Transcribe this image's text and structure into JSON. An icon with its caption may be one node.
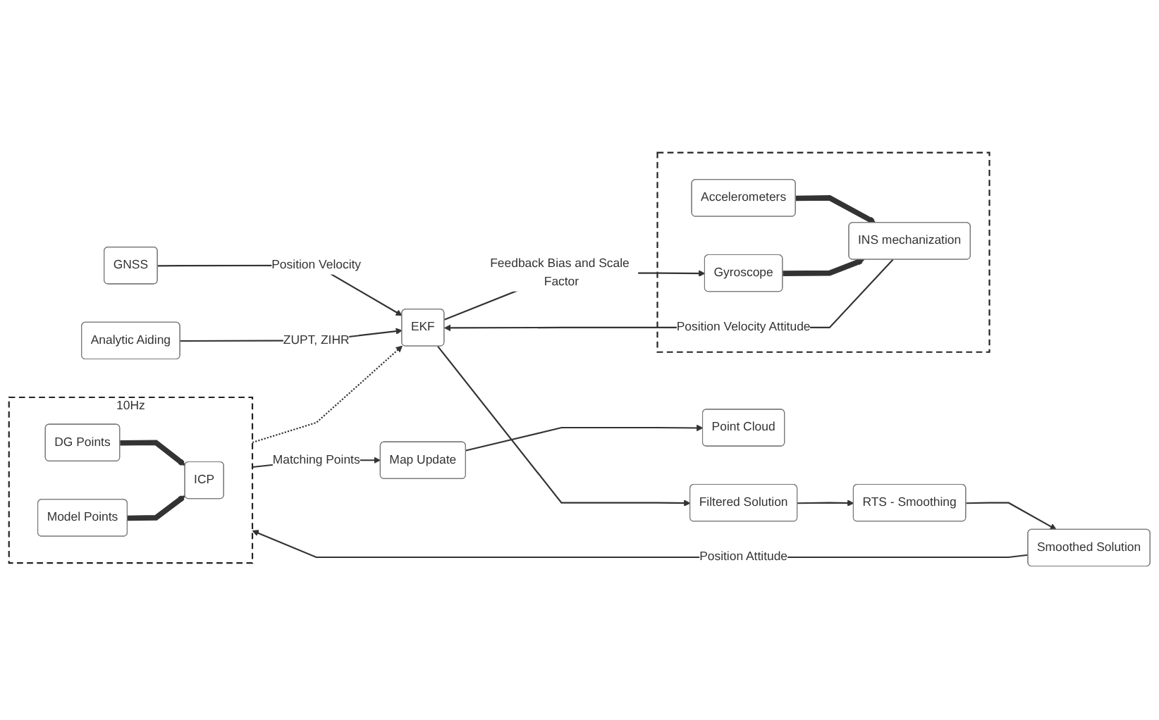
{
  "diagram": {
    "nodes": [
      {
        "text": [],
        "shape": "box"
      },
      {
        "text": [
          "Accelerometers"
        ],
        "in": 0
      },
      {
        "text": [
          "Gyroscope"
        ],
        "in": 0
      },
      {
        "text": [
          "INS mechanization"
        ],
        "in": 0
      },
      {
        "text": [
          "EKF"
        ]
      },
      {
        "text": [
          "Filtered Solution"
        ]
      },
      {
        "text": [
          "GNSS"
        ]
      },
      {
        "text": [
          "10Hz"
        ]
      },
      {
        "text": [
          "DG Points"
        ],
        "in": 7
      },
      {
        "text": [
          "Model Points"
        ],
        "in": 7
      },
      {
        "text": [
          "ICP"
        ],
        "in": 7
      },
      {
        "text": [
          "RTS - Smoothing"
        ]
      },
      {
        "text": [
          "Map Update"
        ]
      },
      {
        "text": [
          "Smoothed Solution"
        ]
      },
      {
        "text": [
          "Analytic Aiding"
        ]
      },
      {
        "text": [
          "Point Cloud"
        ]
      }
    ],
    "edges": [
      {
        "from": 1,
        "to": 3,
        "arrow": "to",
        "style": "thick"
      },
      {
        "from": 2,
        "to": 3,
        "arrow": "to",
        "style": "thick"
      },
      {
        "from": 3,
        "to": 4,
        "arrow": "to",
        "label": "Position Velocity Attitude"
      },
      {
        "from": 4,
        "to": 2,
        "arrow": "to",
        "label": "Feedback Bias and Scale Factor"
      },
      {
        "from": 6,
        "to": 4,
        "arrow": "to",
        "label": "Position Velocity"
      },
      {
        "from": 8,
        "to": 10,
        "arrow": "to",
        "style": "thick"
      },
      {
        "from": 9,
        "to": 10,
        "arrow": "to",
        "style": "thick"
      },
      {
        "from": 7,
        "to": 4,
        "arrow": "to",
        "style": "dashed"
      },
      {
        "from": 7,
        "to": 12,
        "arrow": "to",
        "label": "Matching Points"
      },
      {
        "from": 4,
        "to": 5,
        "arrow": "to"
      },
      {
        "from": 5,
        "to": 11,
        "arrow": "to"
      },
      {
        "from": 11,
        "to": 13,
        "arrow": "to"
      },
      {
        "from": 13,
        "to": 7,
        "arrow": "to",
        "label": "Position Attitude"
      },
      {
        "from": 14,
        "to": 4,
        "arrow": "to",
        "label": "ZUPT, ZIHR"
      },
      {
        "from": 12,
        "to": 15,
        "arrow": "to"
      }
    ]
  }
}
